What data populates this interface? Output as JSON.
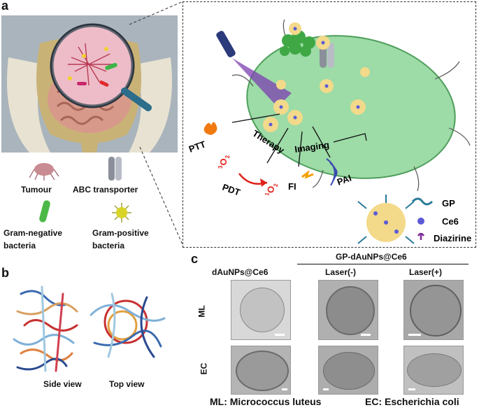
{
  "panels": {
    "a": "a",
    "b": "b",
    "c": "c"
  },
  "legend": {
    "tumour": "Tumour",
    "abc": "ABC transporter",
    "gram_neg_1": "Gram-negative",
    "gram_neg_2": "bacteria",
    "gram_pos_1": "Gram-positive",
    "gram_pos_2": "bacteria"
  },
  "diagram": {
    "ptt": "PTT",
    "pdt": "PDT",
    "therapy": "Therapy",
    "imaging": "Imaging",
    "fi": "FI",
    "pai": "PAI",
    "o2_triplet": "O",
    "o2_triplet_sup": "3",
    "o2_triplet_sub": "2",
    "o2_singlet": "O",
    "o2_singlet_sup": "1",
    "o2_singlet_sub": "2",
    "key_gp": "GP",
    "key_ce6": "Ce6",
    "key_diazirine": "Diazirine"
  },
  "protein": {
    "side": "Side view",
    "top": "Top view"
  },
  "tem": {
    "group_header": "GP-dAuNPs@Ce6",
    "col1": "dAuNPs@Ce6",
    "col2": "Laser(-)",
    "col3": "Laser(+)",
    "row1": "ML",
    "row2": "EC"
  },
  "footer": {
    "ml": "ML:  Micrococcus luteus",
    "ec": "EC: Escherichia coli"
  },
  "colors": {
    "cell_green": "#7ccf8a",
    "gold_np": "#f3d98a",
    "red_accent": "#e0231b",
    "ce6_purple": "#5b5bd6"
  }
}
